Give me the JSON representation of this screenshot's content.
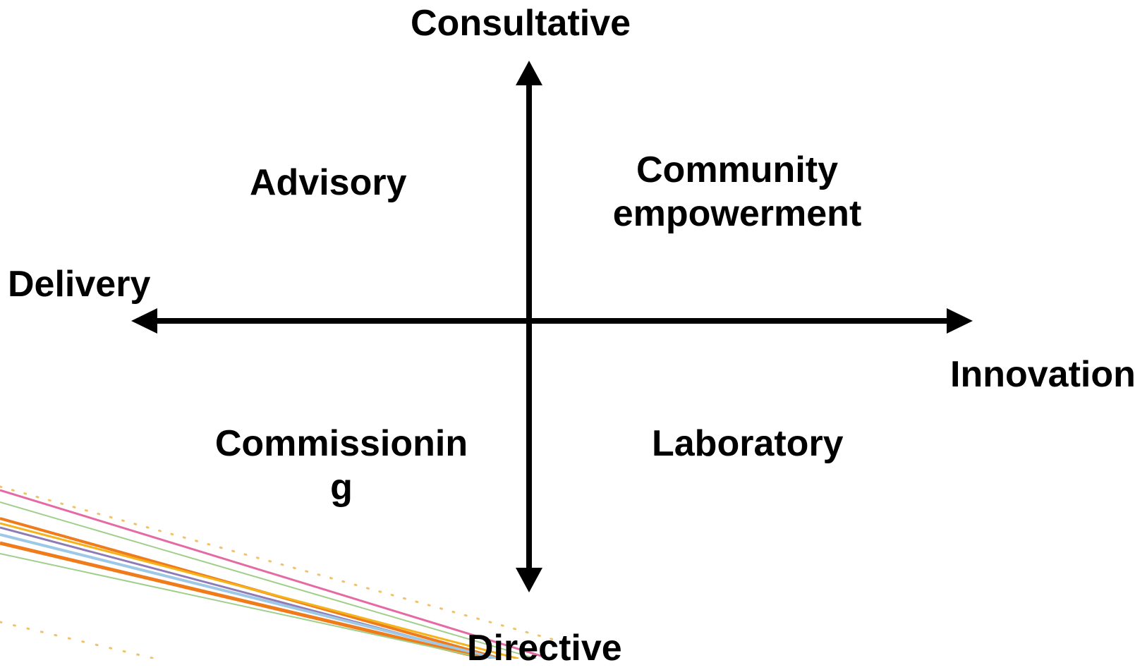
{
  "axes": {
    "top": "Consultative",
    "bottom": "Directive",
    "left": "Delivery",
    "right": "Innovation"
  },
  "quadrants": {
    "top_left": "Advisory",
    "top_right": {
      "line1": "Community",
      "line2": "empowerment"
    },
    "bottom_left": {
      "line1": "Commissionin",
      "line2": "g"
    },
    "bottom_right": "Laboratory"
  },
  "colors": {
    "axis": "#000000",
    "text": "#000000",
    "decor_orange": "#f07b1a",
    "decor_pink": "#e56aa3",
    "decor_green": "#9fcf8a",
    "decor_purple": "#8e7ab5",
    "decor_blue": "#9ec9e6",
    "decor_yellow": "#f5b31b",
    "decor_dots": "#f0c36a"
  }
}
